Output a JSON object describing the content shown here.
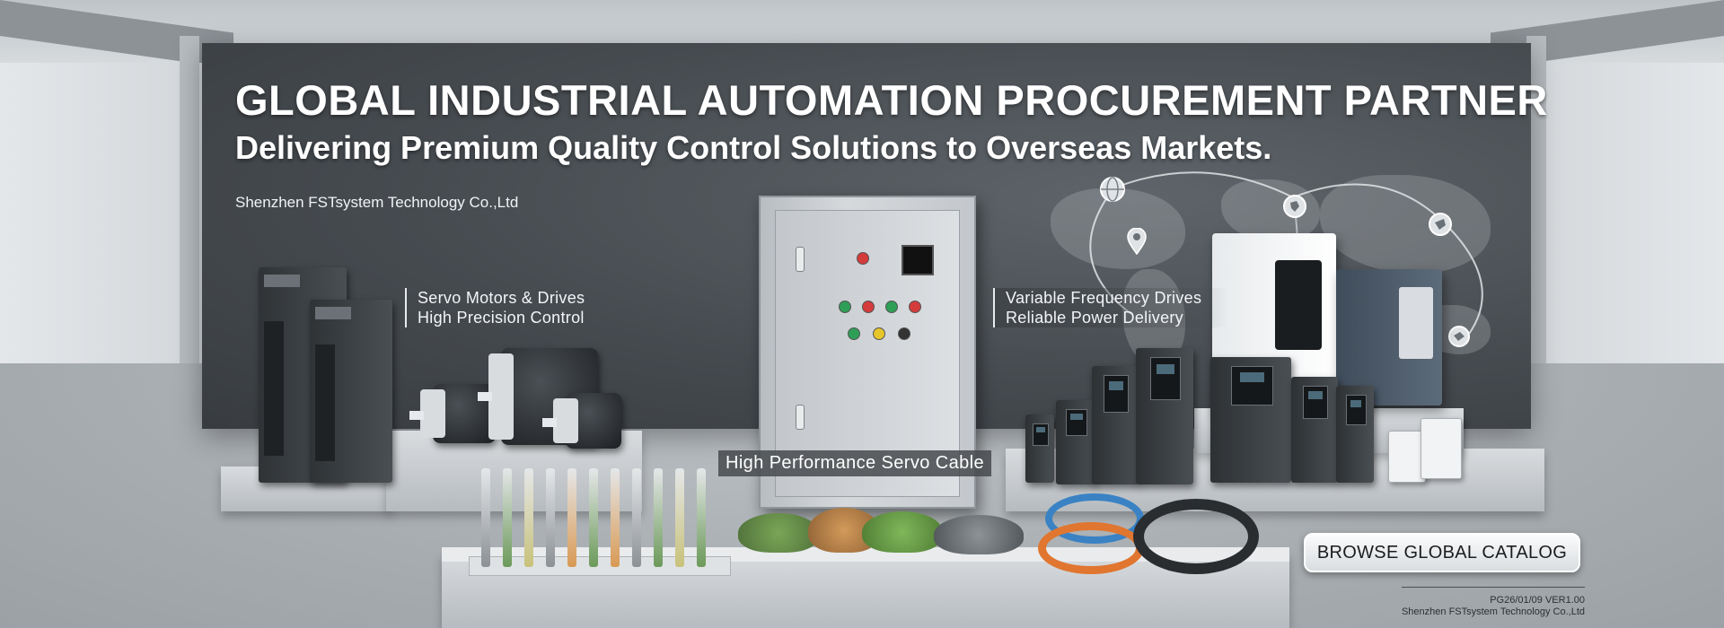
{
  "banner": {
    "headline": "GLOBAL INDUSTRIAL AUTOMATION PROCUREMENT PARTNER",
    "subheadline": "Delivering Premium Quality Control Solutions to Overseas Markets.",
    "company": "Shenzhen FSTsystem Technology Co.,Ltd"
  },
  "callouts": {
    "servo": {
      "line1": "Servo Motors & Drives",
      "line2": "High Precision Control"
    },
    "vfd": {
      "line1": "Variable Frequency Drives",
      "line2": "Reliable Power Delivery"
    },
    "cable": "High Performance Servo Cable"
  },
  "cta": {
    "label": "BROWSE GLOBAL CATALOG"
  },
  "footer": {
    "version": "PG26/01/09 VER1.00",
    "company": "Shenzhen FSTsystem Technology Co.,Ltd"
  },
  "icons": [
    "globe-icon",
    "map-pin-icon"
  ],
  "colors": {
    "backdrop": "#464b50",
    "text": "#ffffff",
    "button": "#f5f6f7"
  }
}
